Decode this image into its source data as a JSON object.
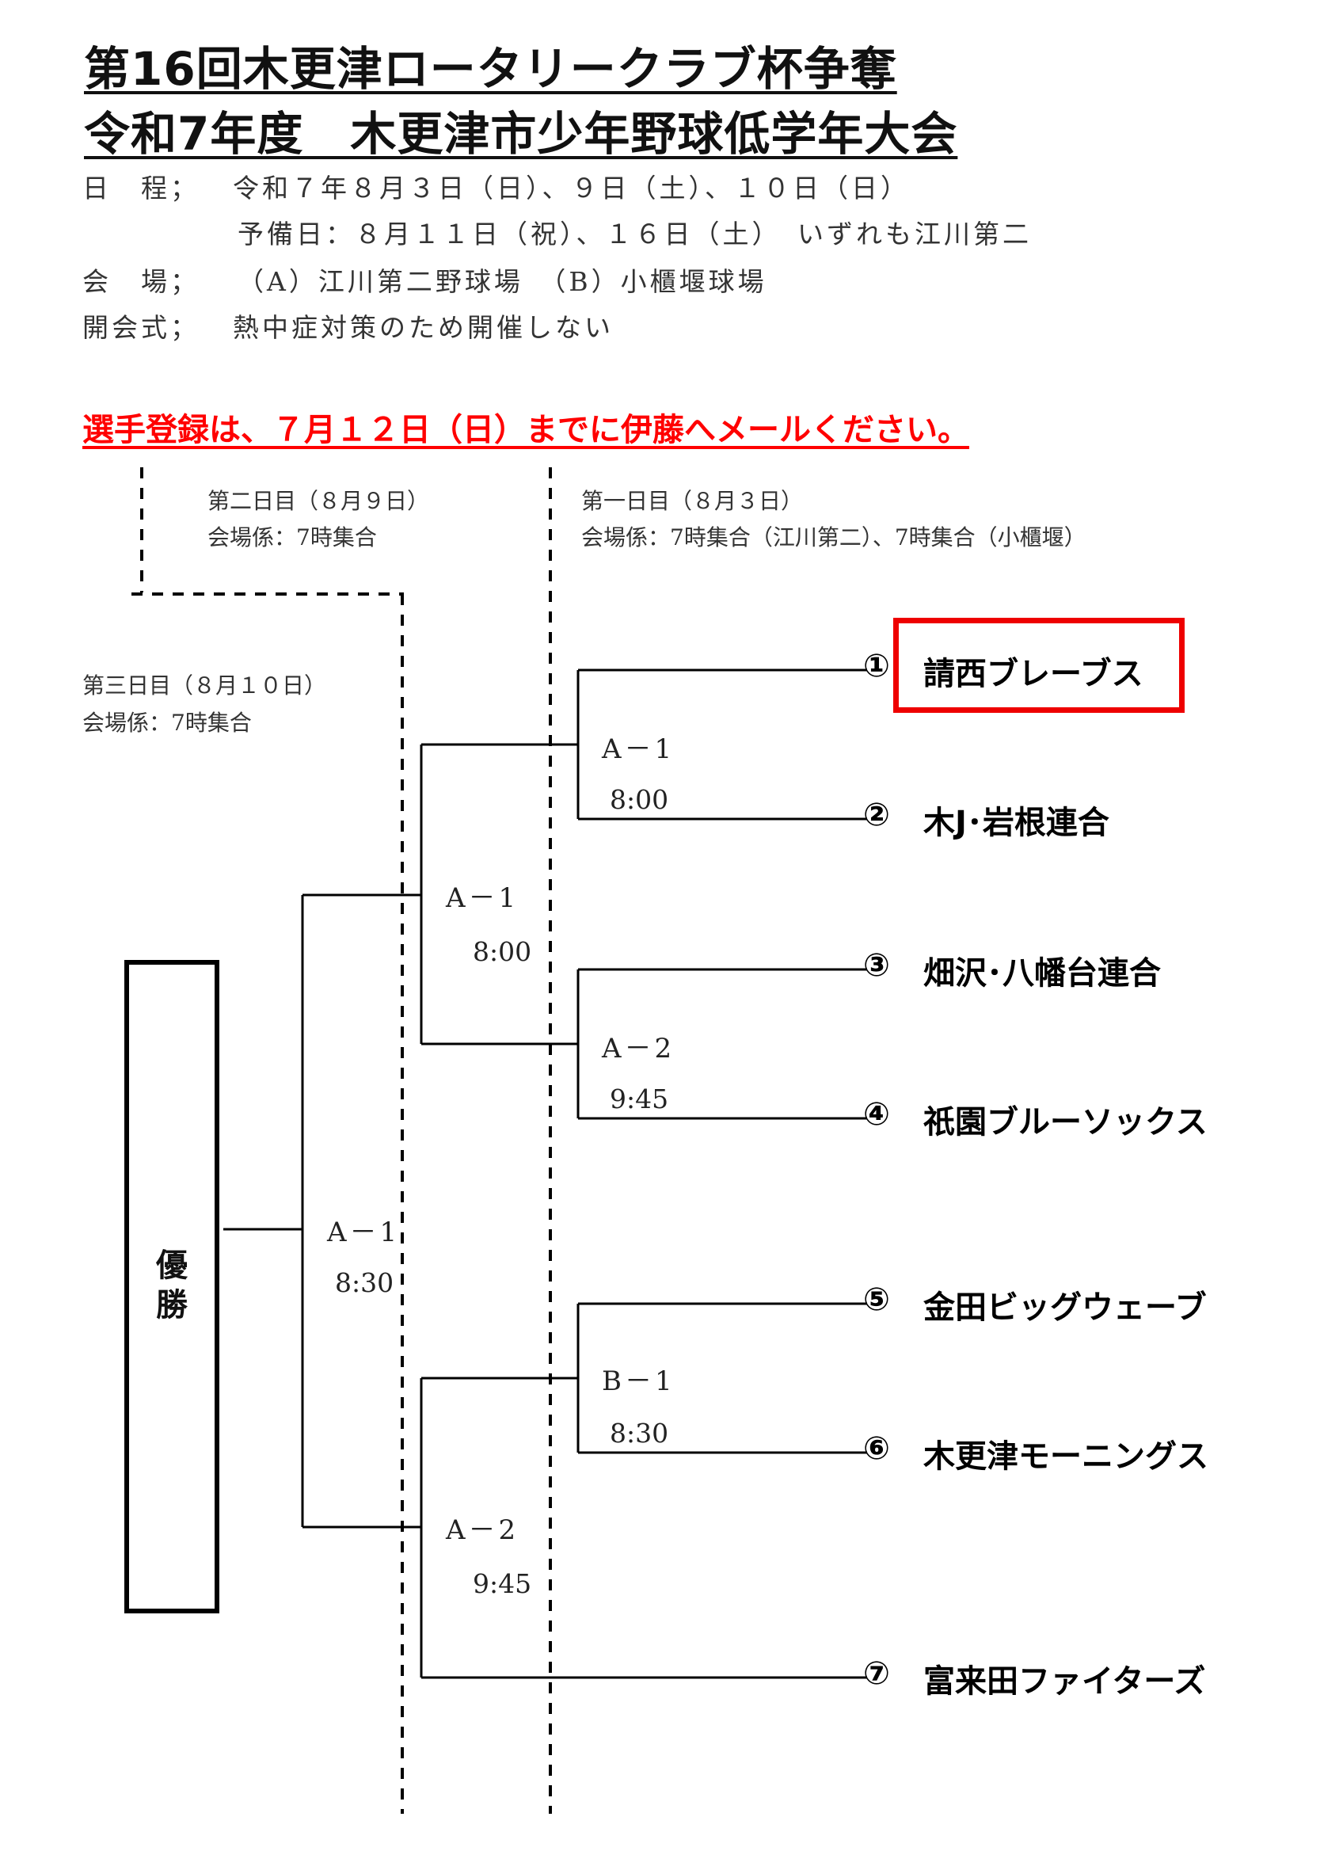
{
  "title": {
    "line1": "第16回木更津ロータリークラブ杯争奪",
    "line2": "令和7年度　木更津市少年野球低学年大会"
  },
  "info": {
    "schedule_label": "日　程；",
    "schedule_value": "令和７年８月３日（日）、９日（土）、１０日（日）",
    "reserve_value": "予備日：８月１１日（祝）、１６日（土）　いずれも江川第二",
    "venue_label": "会　場；",
    "venue_value": "（A）江川第二野球場　（B）小櫃堰球場",
    "ceremony_label": "開会式；",
    "ceremony_value": "熱中症対策のため開催しない"
  },
  "notice": "選手登録は、７月１２日（日）までに伊藤へメールください。",
  "days": {
    "day2": {
      "title": "第二日目（８月９日）",
      "staff": "会場係：7時集合"
    },
    "day1": {
      "title": "第一日目（８月３日）",
      "staff": "会場係：7時集合（江川第二）、7時集合（小櫃堰）"
    },
    "day3": {
      "title": "第三日目（８月１０日）",
      "staff": "会場係：7時集合"
    }
  },
  "champion_label": "優勝",
  "teams": [
    {
      "num": "①",
      "name": "請西ブレーブス"
    },
    {
      "num": "②",
      "name": "木J･岩根連合"
    },
    {
      "num": "③",
      "name": "畑沢･八幡台連合"
    },
    {
      "num": "④",
      "name": "祇園ブルーソックス"
    },
    {
      "num": "⑤",
      "name": "金田ビッグウェーブ"
    },
    {
      "num": "⑥",
      "name": "木更津モーニングス"
    },
    {
      "num": "⑦",
      "name": "富来田ファイターズ"
    }
  ],
  "round1": [
    {
      "field": "A－1",
      "time": "8:00"
    },
    {
      "field": "A－2",
      "time": "9:45"
    },
    {
      "field": "B－1",
      "time": "8:30"
    }
  ],
  "round2": [
    {
      "field": "A－1",
      "time": "8:00"
    },
    {
      "field": "A－2",
      "time": "9:45"
    }
  ],
  "final": {
    "field": "A－1",
    "time": "8:30"
  }
}
